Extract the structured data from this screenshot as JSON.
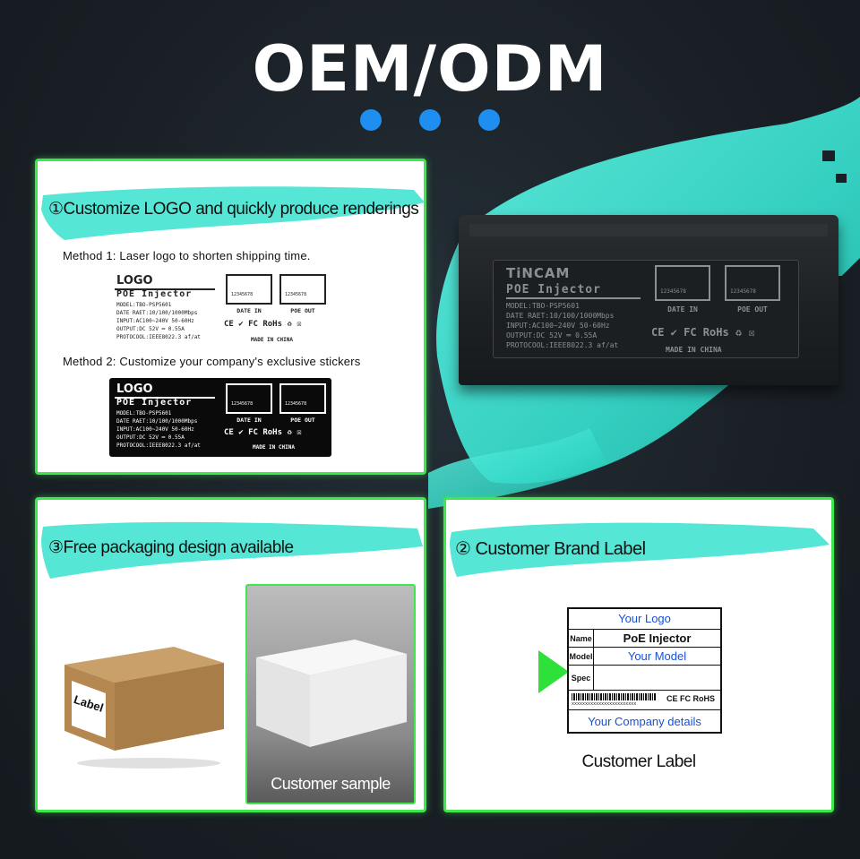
{
  "header": {
    "title": "OEM/ODM"
  },
  "hero_device": {
    "brand": "TiNCAM",
    "product": "POE Injector",
    "specs": [
      "MODEL:TBO-PSP5601",
      "DATE RAET:10/100/1000Mbps",
      "INPUT:AC100~240V 50-60Hz",
      "OUTPUT:DC 52V ═ 0.55A",
      "PROTOCOOL:IEEE8022.3 af/at"
    ],
    "port1": "DATE IN",
    "port2": "POE OUT",
    "port_digits": "12345678",
    "certs": "CE ✔ FC RoHs ♻ ☒",
    "made": "MADE IN CHINA"
  },
  "panel1": {
    "heading": "①Customize LOGO and quickly produce renderings",
    "method1": "Method 1: Laser logo to shorten shipping time.",
    "method2": "Method 2: Customize your company's exclusive stickers",
    "label": {
      "logo": "LOGO",
      "product": "POE Injector",
      "specs": [
        "MODEL:TBO-PSP5601",
        "DATE RAET:10/100/1000Mbps",
        "INPUT:AC100~240V 50-60Hz",
        "OUTPUT:DC 52V ═ 0.55A",
        "PROTOCOOL:IEEE8022.3 af/at"
      ],
      "port1": "DATE IN",
      "port2": "POE OUT",
      "port_digits": "12345678",
      "certs": "CE ✔ FC RoHs ♻ ☒",
      "made": "MADE IN CHINA"
    }
  },
  "panel3": {
    "heading": "③Free packaging design available",
    "box_label": "Label",
    "sample_caption": "Customer sample"
  },
  "panel2": {
    "heading": "② Customer Brand Label",
    "table": {
      "logo": "Your Logo",
      "name_label": "Name",
      "name_value": "PoE Injector",
      "model_label": "Model",
      "model_value": "Your Model",
      "spec_label": "Spec",
      "barcode_text": "xxxxxxxxxxxxxxxxxxxxxxxx",
      "certs": "CE FC RoHS",
      "company": "Your Company details"
    },
    "caption": "Customer Label"
  },
  "colors": {
    "accent_green": "#3ee84c",
    "dot_blue": "#1e8ff0",
    "brush_teal": "#3fe0d0",
    "label_blue": "#1a4fd6"
  }
}
